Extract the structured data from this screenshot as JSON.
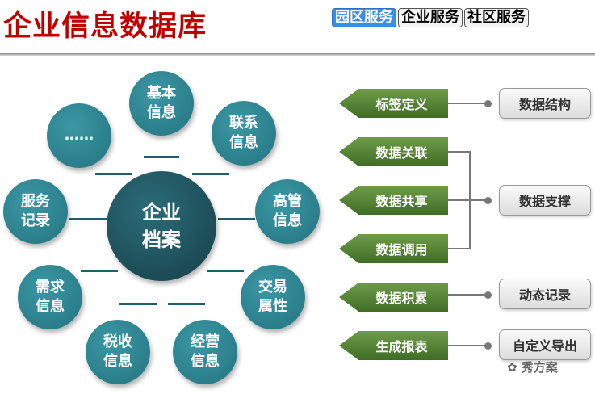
{
  "title": "企业信息数据库",
  "tabs": [
    "园区服务",
    "企业服务",
    "社区服务"
  ],
  "center": {
    "line1": "企业",
    "line2": "档案"
  },
  "nodes": [
    "基本信息",
    "……",
    "联系信息",
    "服务记录",
    "高管信息",
    "需求信息",
    "交易属性",
    "税收信息",
    "经营信息"
  ],
  "functions": [
    "标签定义",
    "数据关联",
    "数据共享",
    "数据调用",
    "数据积累",
    "生成报表"
  ],
  "outputs": [
    "数据结构",
    "数据支撑",
    "动态记录",
    "自定义导出"
  ],
  "watermark": "秀方案"
}
